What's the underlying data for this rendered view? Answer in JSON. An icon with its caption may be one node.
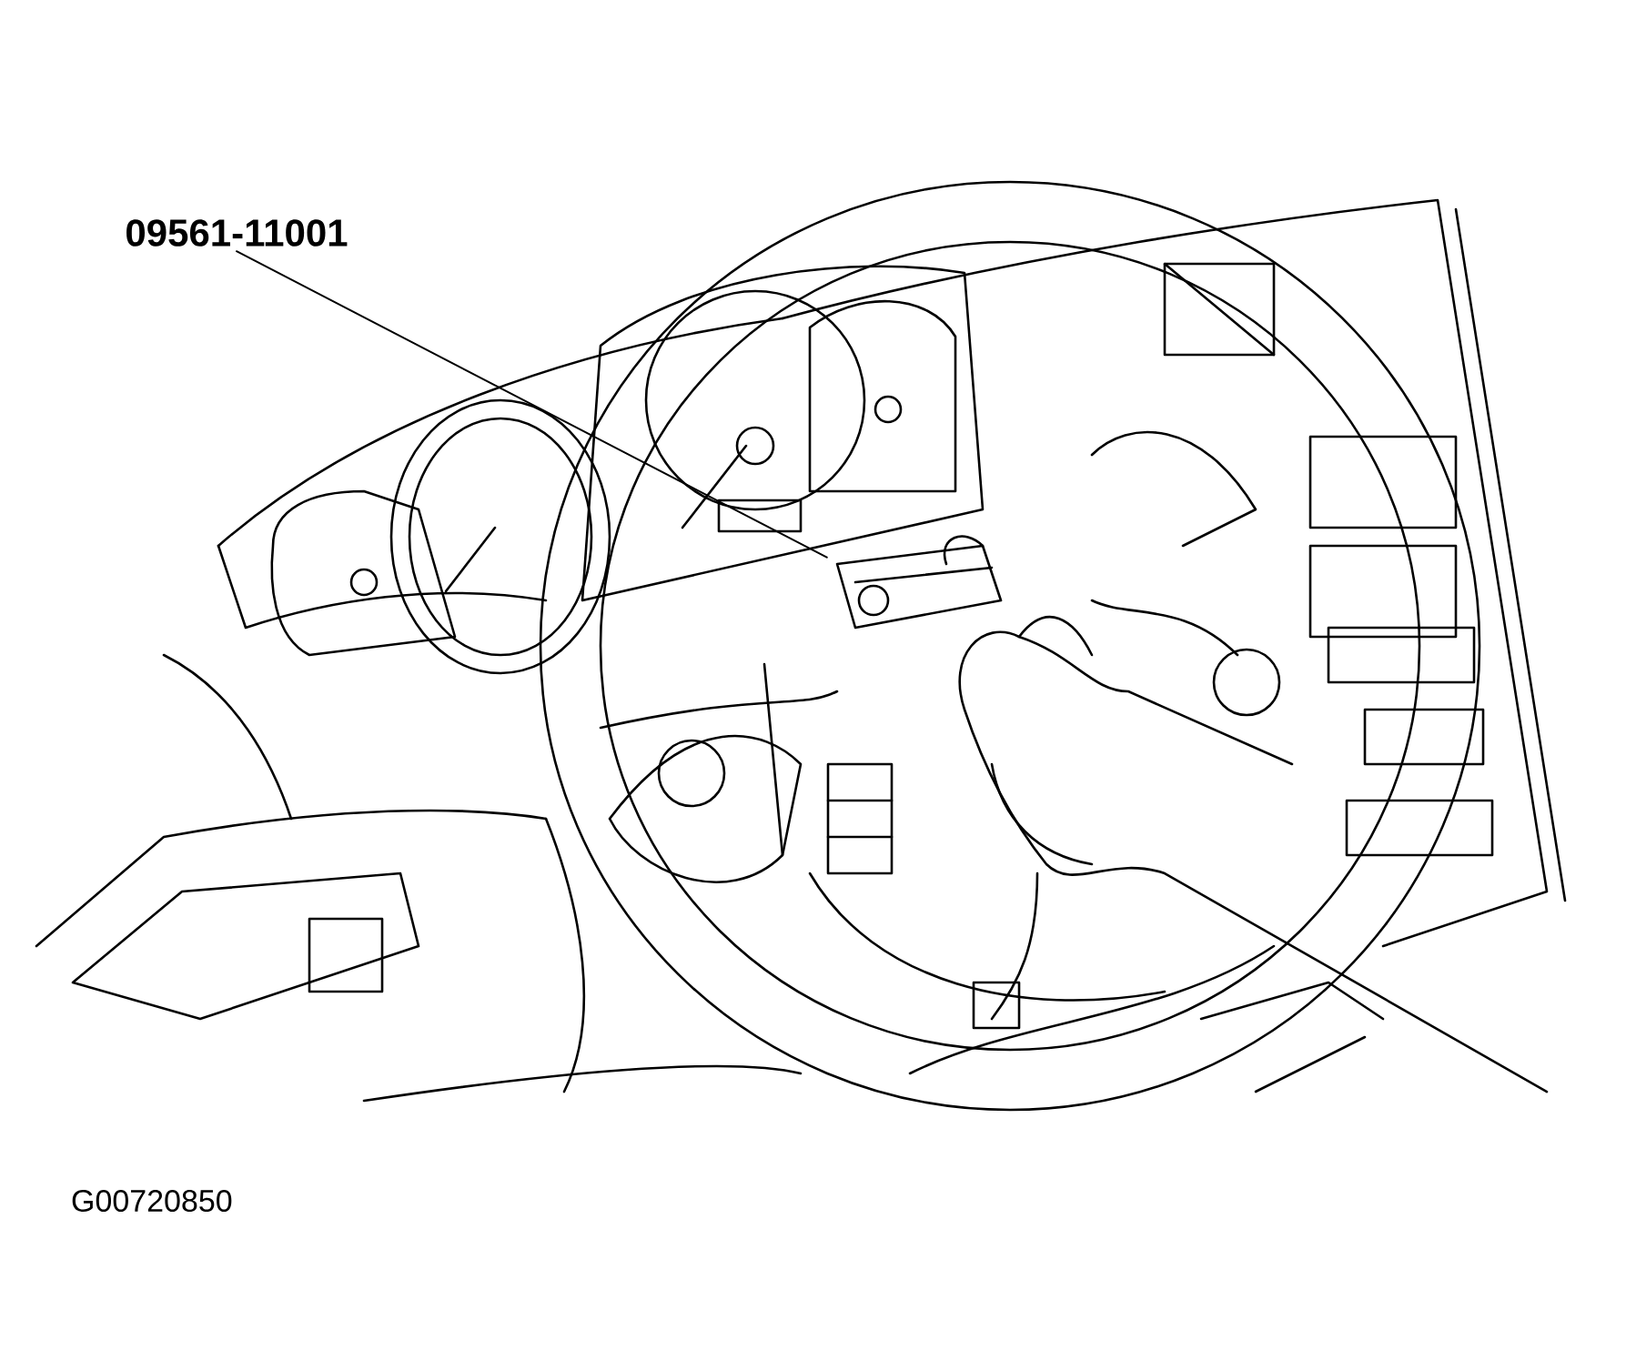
{
  "diagram": {
    "nodes": [
      {
        "text": [
          "09561-11001"
        ]
      },
      {
        "text": [],
        "shape": "picture"
      }
    ],
    "edges": [
      {
        "from": 0,
        "to": 1,
        "arrow": "none"
      }
    ],
    "labels": [
      "G00720850"
    ]
  }
}
